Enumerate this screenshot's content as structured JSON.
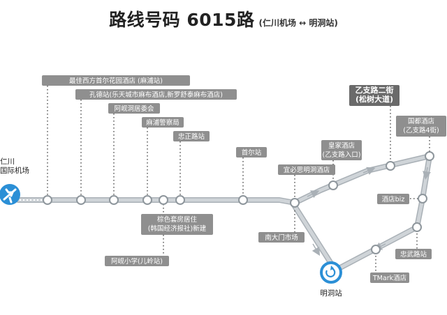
{
  "header": {
    "route_title": "路线号码 6015路",
    "route_subtitle": "(仁川机场 ↔ 明洞站)"
  },
  "colors": {
    "route_line": "#cfd4d8",
    "route_line_edge": "#a9b0b6",
    "station_fill": "#ffffff",
    "station_stroke": "#8e969c",
    "label_bg": "#8f8f8f",
    "label_bg_major": "#6a6a6a",
    "terminal_blue": "#2b8fd6"
  },
  "origin": {
    "name": "仁川\n国际机场",
    "icon": "airplane-icon"
  },
  "destination": {
    "name": "明洞站",
    "icon": "loop-arrow-icon"
  },
  "stops": [
    {
      "id": "s1",
      "label": "最佳西方首尔花园酒店 (麻浦站)",
      "major": false
    },
    {
      "id": "s2",
      "label": "孔德站(乐天城市麻布酒店,新罗舒泰麻布酒店)",
      "major": false
    },
    {
      "id": "s3",
      "label": "阿岘洞居委会",
      "major": false
    },
    {
      "id": "s4",
      "label": "麻浦警察局",
      "major": false
    },
    {
      "id": "s5",
      "label": "棕色套房居住\n(韩国经济报社)新建",
      "major": false
    },
    {
      "id": "s6",
      "label": "忠正路站",
      "major": false
    },
    {
      "id": "s7",
      "label": "阿岘小学(儿岭站)",
      "major": false
    },
    {
      "id": "s8",
      "label": "首尔站",
      "major": false
    },
    {
      "id": "s9",
      "label": "南大门市场",
      "major": false
    },
    {
      "id": "s10",
      "label": "宜必思明洞酒店",
      "major": false
    },
    {
      "id": "s11",
      "label": "皇家酒店\n(乙支路入口)",
      "major": false
    },
    {
      "id": "s12",
      "label": "乙支路二街\n(松树大道)",
      "major": true
    },
    {
      "id": "s13",
      "label": "国都酒店\n(乙支路4街)",
      "major": false
    },
    {
      "id": "s14",
      "label": "酒店biz",
      "major": false
    },
    {
      "id": "s15",
      "label": "忠武路站",
      "major": false
    },
    {
      "id": "s16",
      "label": "TMark酒店",
      "major": false
    }
  ]
}
